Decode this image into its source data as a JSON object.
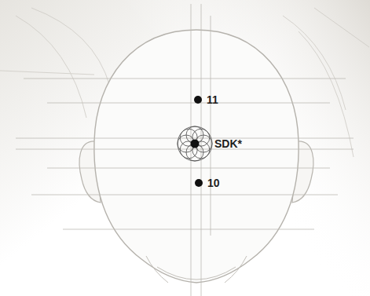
{
  "diagram": {
    "labels": [
      "11",
      "SDK*",
      "10"
    ]
  }
}
